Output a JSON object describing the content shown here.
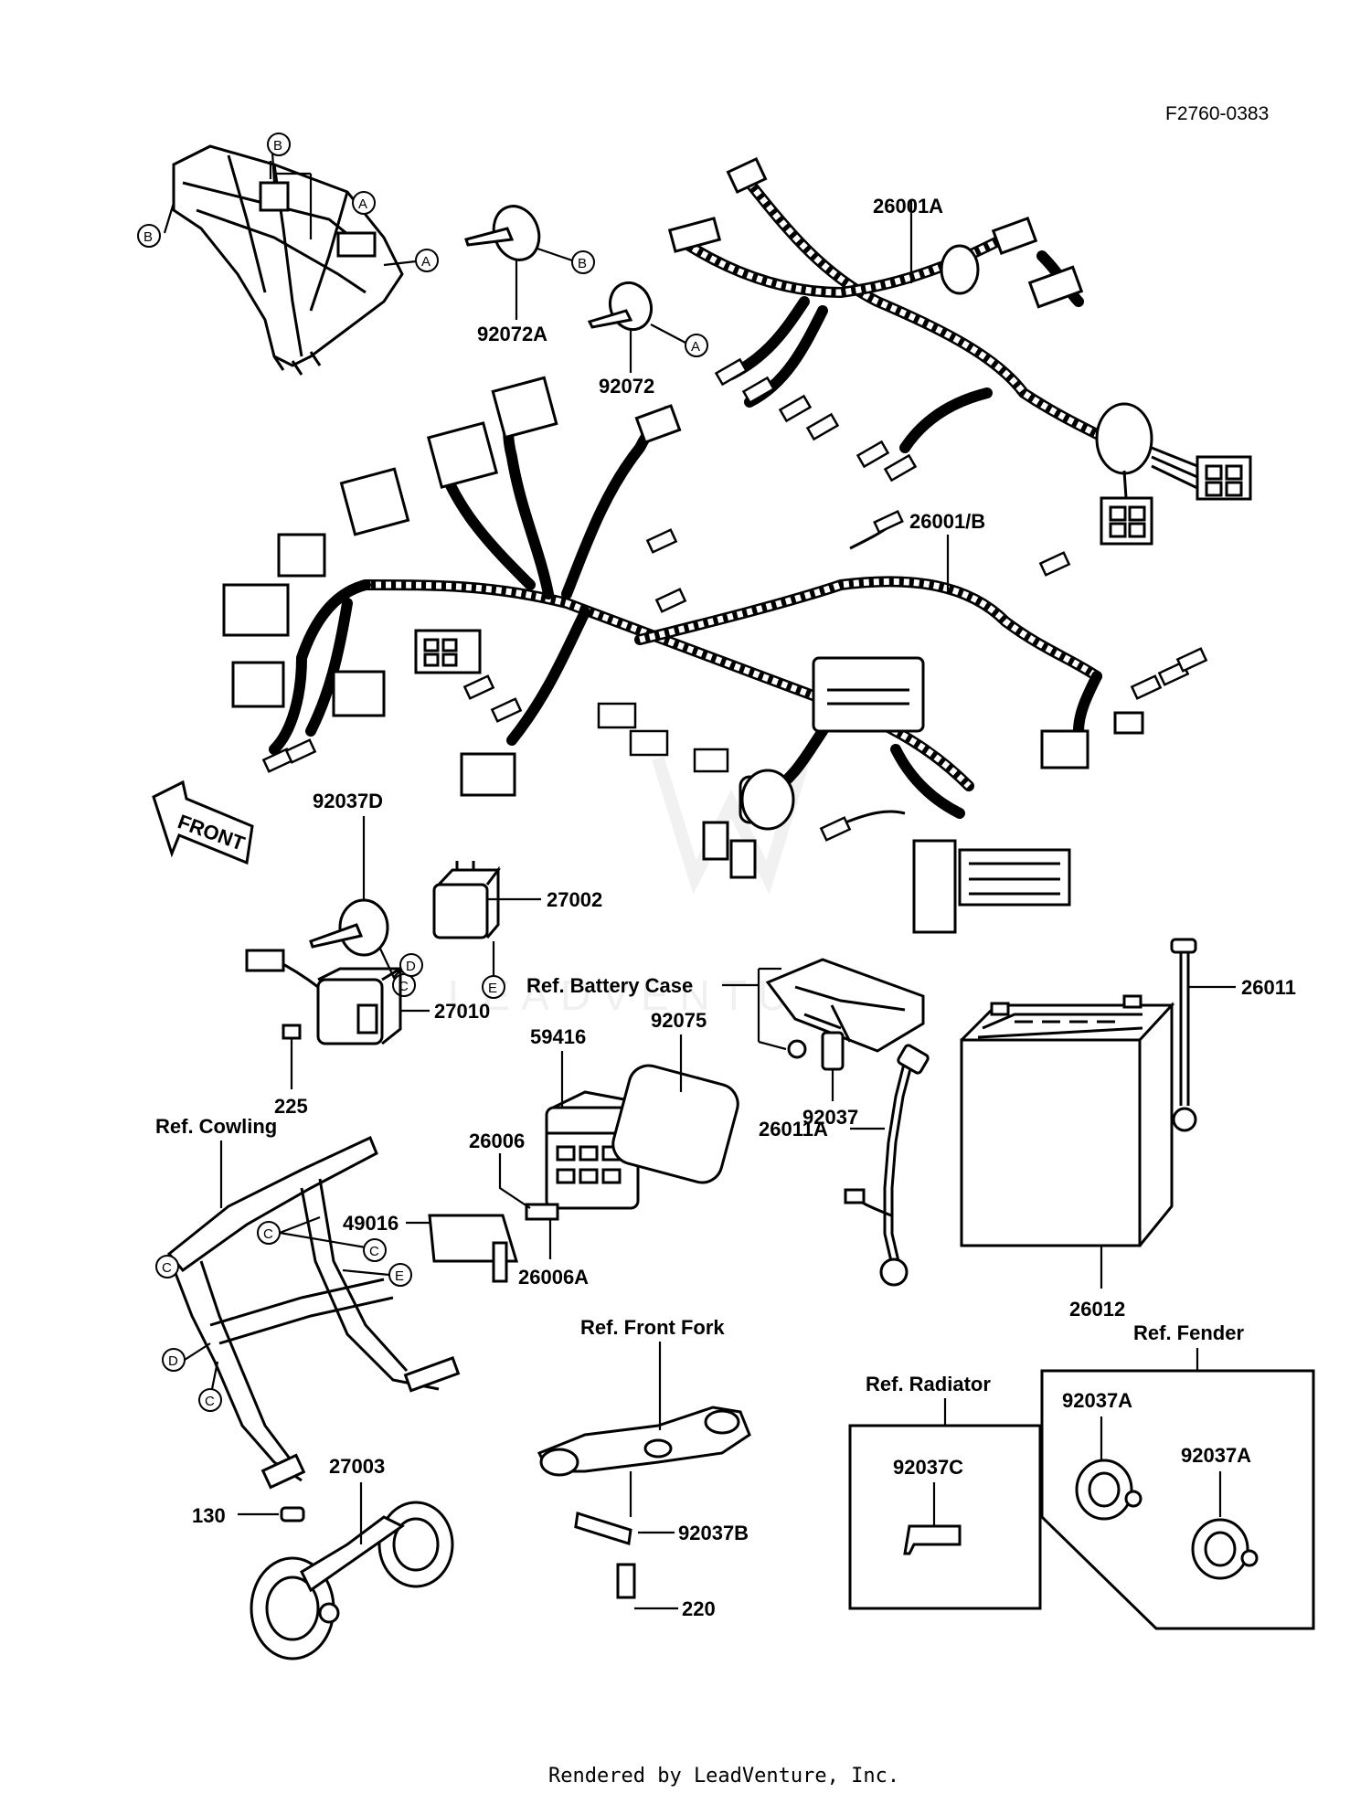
{
  "diagram_id": "F2760-0383",
  "watermark": "LEADVENTURE",
  "footer": "Rendered by LeadVenture, Inc.",
  "front_arrow": "FRONT",
  "part_labels": {
    "p26001A": "26001A",
    "p26001B": "26001/B",
    "p92072A": "92072A",
    "p92072": "92072",
    "p92037D": "92037D",
    "p27002": "27002",
    "p27010": "27010",
    "p225": "225",
    "p59416": "59416",
    "p92075": "92075",
    "p26006": "26006",
    "p49016": "49016",
    "p26006A": "26006A",
    "p92037": "92037",
    "p26011A": "26011A",
    "p26011": "26011",
    "p26012": "26012",
    "p27003": "27003",
    "p130": "130",
    "p92037B": "92037B",
    "p220": "220",
    "p92037C": "92037C",
    "p92037A_1": "92037A",
    "p92037A_2": "92037A"
  },
  "reference_labels": {
    "battery_case": "Ref. Battery Case",
    "cowling": "Ref. Cowling",
    "front_fork": "Ref. Front Fork",
    "radiator": "Ref. Radiator",
    "fender": "Ref. Fender"
  },
  "callout_letters": {
    "a": "A",
    "b": "B",
    "c": "C",
    "d": "D",
    "e": "E"
  }
}
